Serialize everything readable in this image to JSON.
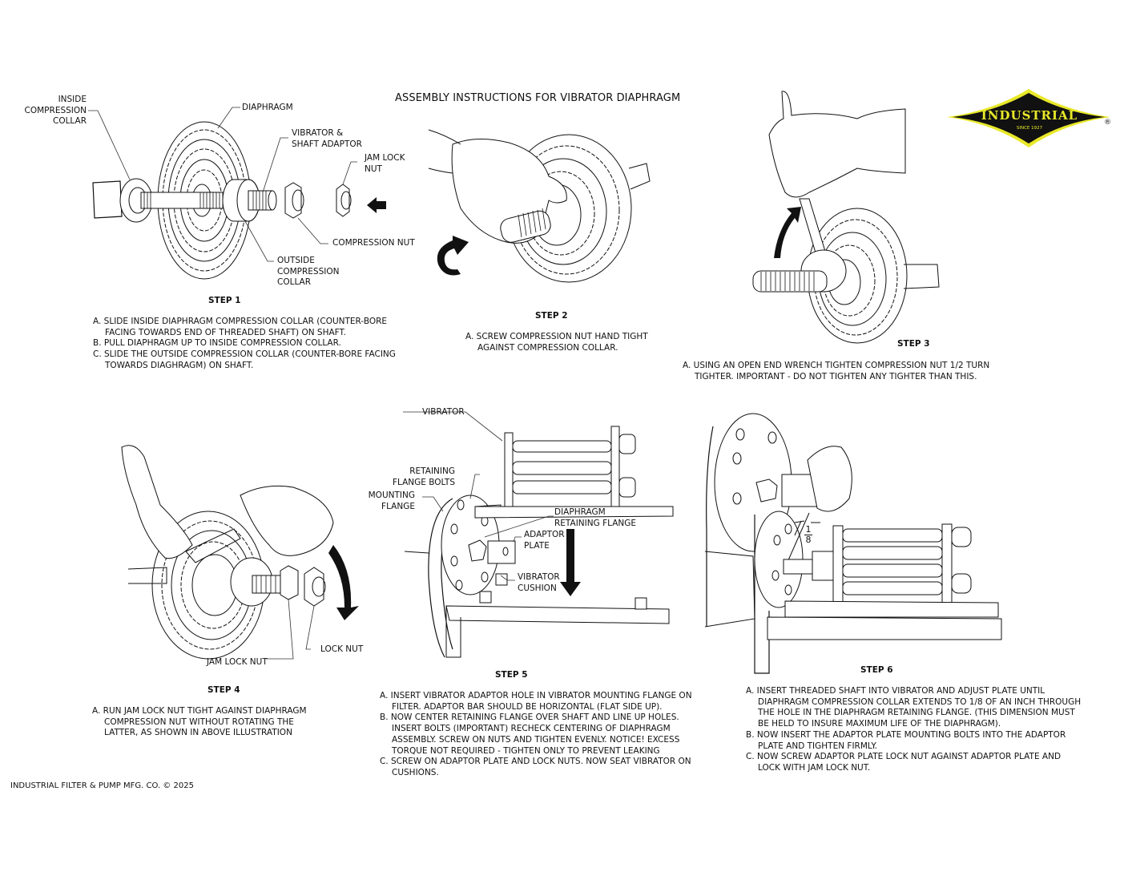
{
  "document": {
    "title": "ASSEMBLY INSTRUCTIONS FOR VIBRATOR DIAPHRAGM",
    "footer": "INDUSTRIAL FILTER & PUMP MFG. CO. © 2025"
  },
  "logo": {
    "name": "INDUSTRIAL",
    "tagline": "SINCE 1927",
    "registered": "®",
    "colors": {
      "fill": "#111111",
      "accent": "#e8e82a"
    }
  },
  "steps": [
    {
      "label": "STEP 1",
      "callouts": {
        "inside_collar": "INSIDE\nCOMPRESSION\nCOLLAR",
        "diaphragm": "DIAPHRAGM",
        "vibrator_adaptor": "VIBRATOR &\nSHAFT ADAPTOR",
        "jam_lock_nut": "JAM LOCK\nNUT",
        "compression_nut": "COMPRESSION NUT",
        "outside_collar": "OUTSIDE\nCOMPRESSION\nCOLLAR"
      },
      "instructions": [
        "A. SLIDE INSIDE DIAPHRAGM COMPRESSION COLLAR (COUNTER-BORE FACING TOWARDS END OF THREADED SHAFT) ON SHAFT.",
        "B. PULL DIAPHRAGM UP TO INSIDE COMPRESSION COLLAR.",
        "C. SLIDE THE OUTSIDE COMPRESSION COLLAR (COUNTER-BORE FACING TOWARDS DIAGHRAGM) ON SHAFT."
      ]
    },
    {
      "label": "STEP 2",
      "instructions": [
        "A. SCREW COMPRESSION NUT HAND TIGHT AGAINST COMPRESSION COLLAR."
      ]
    },
    {
      "label": "STEP 3",
      "instructions": [
        "A. USING AN OPEN END  WRENCH TIGHTEN COMPRESSION NUT 1/2 TURN TIGHTER.  IMPORTANT - DO NOT TIGHTEN ANY TIGHTER THAN THIS."
      ]
    },
    {
      "label": "STEP 4",
      "callouts": {
        "jam_lock_nut": "JAM LOCK NUT",
        "lock_nut": "LOCK NUT"
      },
      "instructions": [
        "A. RUN JAM LOCK NUT TIGHT AGAINST DIAPHRAGM COMPRESSION     NUT WITHOUT ROTATING THE LATTER, AS SHOWN IN ABOVE ILLUSTRATION"
      ]
    },
    {
      "label": "STEP 5",
      "callouts": {
        "vibrator": "VIBRATOR",
        "retaining_bolts": "RETAINING\nFLANGE BOLTS",
        "mounting_flange": "MOUNTING\nFLANGE",
        "retaining_flange": "DIAPHRAGM\nRETAINING FLANGE",
        "adaptor_plate": "ADAPTOR\nPLATE",
        "vibrator_cushion": "VIBRATOR\nCUSHION"
      },
      "instructions": [
        "A. INSERT VIBRATOR ADAPTOR HOLE IN VIBRATOR MOUNTING FLANGE ON FILTER.  ADAPTOR BAR SHOULD BE HORIZONTAL (FLAT SIDE UP).",
        "B. NOW CENTER RETAINING FLANGE OVER SHAFT AND LINE UP HOLES. INSERT BOLTS (IMPORTANT) RECHECK CENTERING OF DIAPHRAGM ASSEMBLY.  SCREW ON NUTS AND TIGHTEN EVENLY.  NOTICE!  EXCESS TORQUE NOT REQUIRED - TIGHTEN ONLY TO PREVENT LEAKING",
        "C. SCREW ON ADAPTOR PLATE AND LOCK NUTS.  NOW SEAT VIBRATOR ON CUSHIONS."
      ]
    },
    {
      "label": "STEP 6",
      "callouts": {
        "fraction_num": "1",
        "fraction_den": "8"
      },
      "instructions": [
        "A. INSERT THREADED SHAFT INTO VIBRATOR AND ADJUST PLATE UNTIL DIAPHRAGM COMPRESSION COLLAR EXTENDS TO 1/8 OF AN INCH THROUGH THE HOLE IN THE DIAPHRAGM RETAINING FLANGE.  (THIS DIMENSION MUST BE HELD TO INSURE MAXIMUM LIFE OF THE DIAPHRAGM).",
        "B. NOW INSERT THE ADAPTOR PLATE MOUNTING BOLTS INTO THE ADAPTOR PLATE AND TIGHTEN FIRMLY.",
        "C. NOW SCREW ADAPTOR PLATE LOCK NUT AGAINST ADAPTOR PLATE AND LOCK WITH JAM LOCK NUT."
      ]
    }
  ]
}
